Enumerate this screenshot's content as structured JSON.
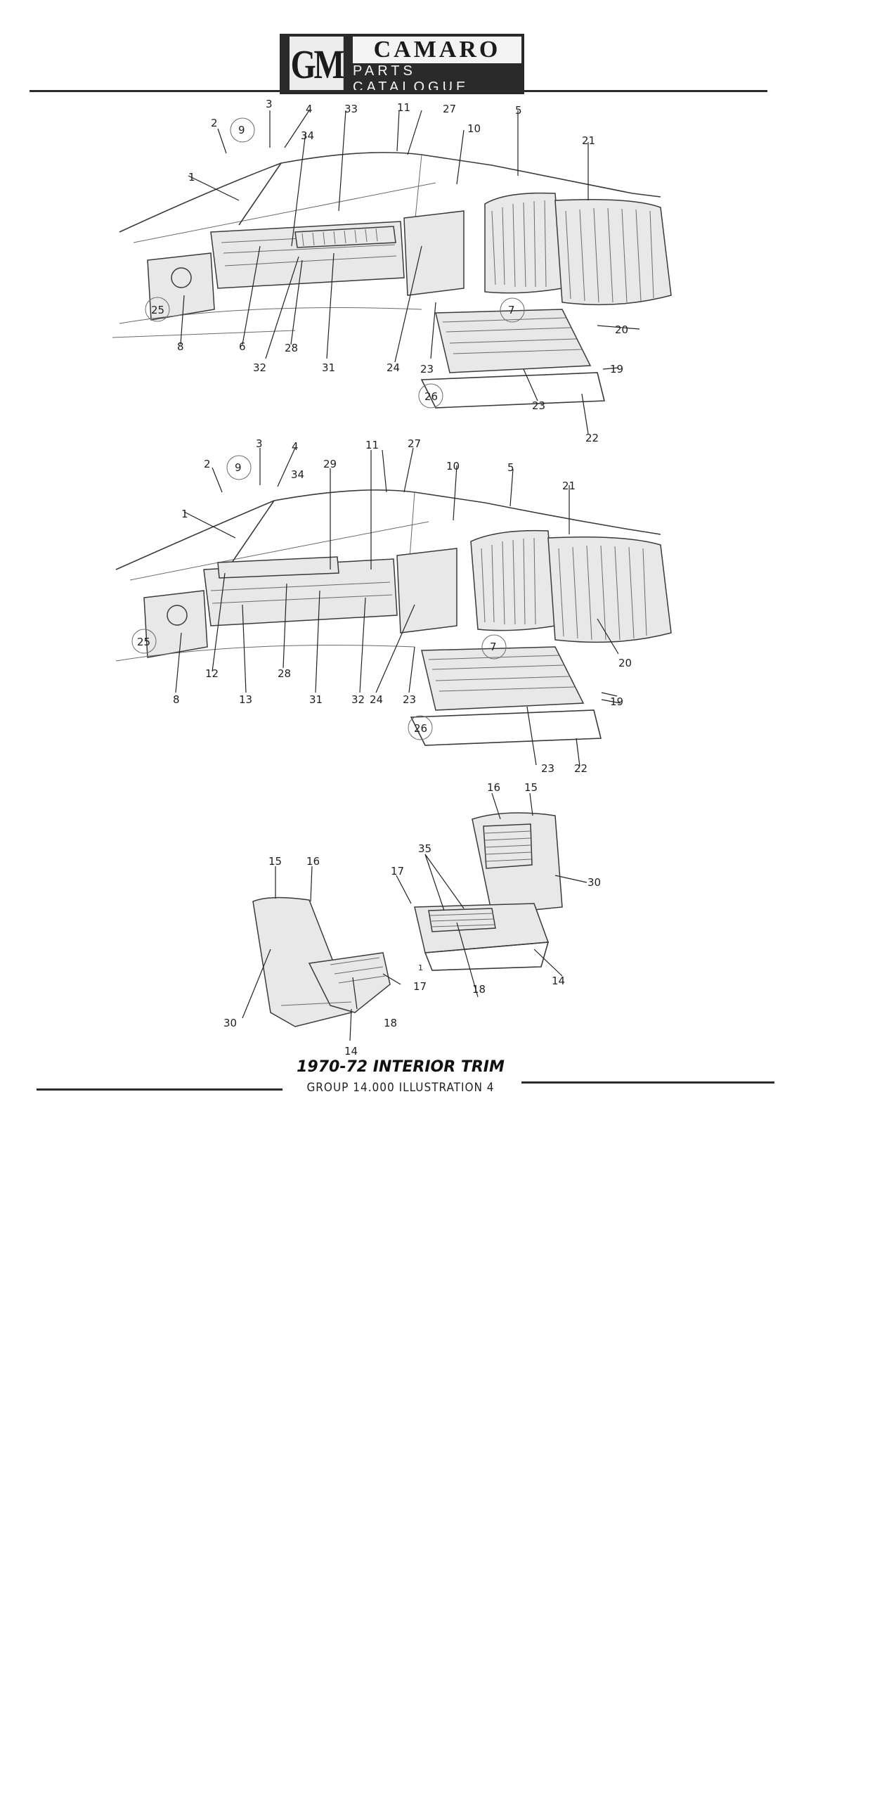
{
  "header": {
    "logo_gm": "GM",
    "logo_model": "CAMARO",
    "logo_subtitle": "PARTS CATALOGUE"
  },
  "caption": {
    "title": "1970-72 INTERIOR TRIM",
    "subtitle": "GROUP 14.000 ILLUSTRATION 4"
  },
  "callouts": {
    "top": [
      "1",
      "2",
      "3",
      "4",
      "5",
      "6",
      "7",
      "8",
      "9",
      "10",
      "11",
      "21",
      "22",
      "23",
      "23",
      "24",
      "25",
      "26",
      "27",
      "28",
      "31",
      "32",
      "33",
      "34",
      "19",
      "20"
    ],
    "middle": [
      "1",
      "2",
      "3",
      "4",
      "5",
      "7",
      "8",
      "9",
      "10",
      "11",
      "12",
      "13",
      "19",
      "20",
      "21",
      "22",
      "23",
      "23",
      "24",
      "25",
      "26",
      "27",
      "28",
      "29",
      "31",
      "32",
      "34"
    ],
    "bottom": [
      "14",
      "14",
      "15",
      "15",
      "16",
      "16",
      "17",
      "17",
      "18",
      "18",
      "30",
      "30",
      "35",
      "1"
    ]
  },
  "colors": {
    "ink": "#1f1f1f",
    "rule": "#2b2b2b",
    "logo_dark": "#2a2a2a"
  }
}
